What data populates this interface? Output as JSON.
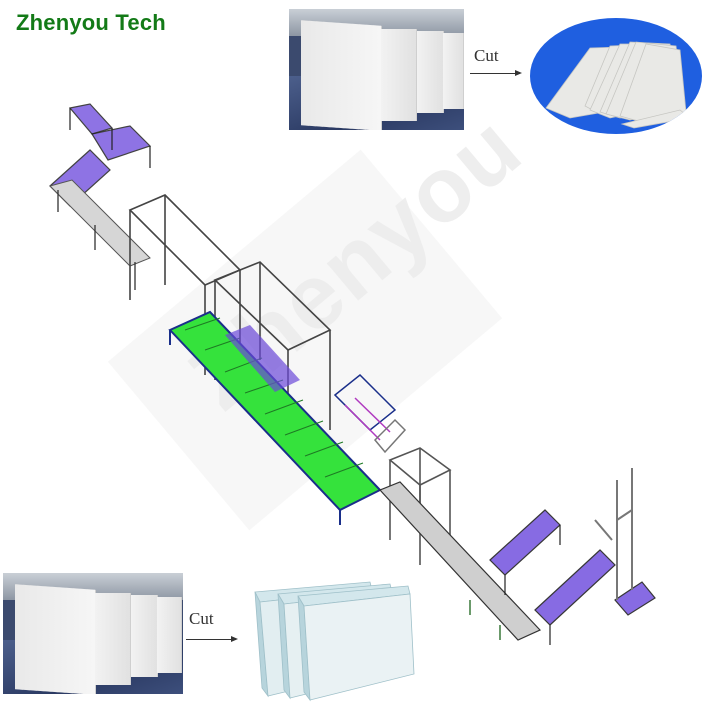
{
  "brand": {
    "title": "Zhenyou Tech",
    "color": "#137a17"
  },
  "top_panel": {
    "left_photo": "eps-foam-blocks-photo",
    "cut_label": "Cut",
    "right_photo": "cut-foam-sheets-on-blue-ellipse",
    "ellipse_color": "#1f5fe0"
  },
  "bottom_panel": {
    "left_photo": "eps-foam-blocks-photo",
    "cut_label": "Cut",
    "right_photo": "cut-foam-boards-three-panels"
  },
  "diagram": {
    "subject": "EPS foam block cutting production line (isometric CAD rendering)",
    "watermark": "Zhenyou",
    "colors": {
      "roller_purple": "#6a3fd0",
      "conveyor_green": "#33e03a",
      "frame_blue": "#1a2f8a",
      "frame_grey": "#9a9a9a"
    }
  }
}
